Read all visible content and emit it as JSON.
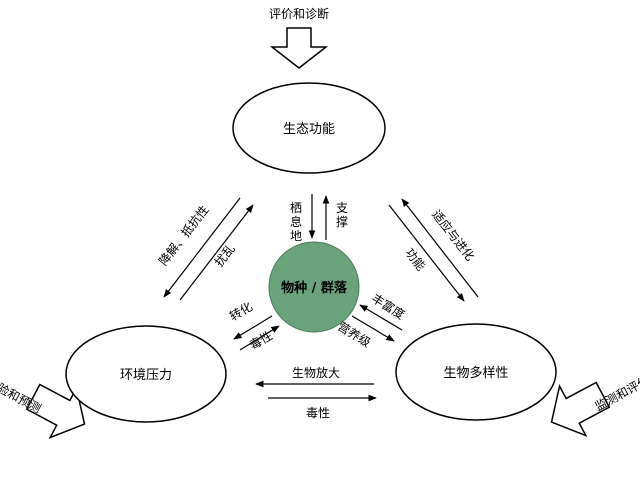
{
  "nodes": {
    "top": "生态功能",
    "left": "环境压力",
    "right": "生物多样性",
    "center": "物种 / 群落"
  },
  "big_arrows": {
    "top": "评价和诊断",
    "left": "检验和预测",
    "right": "监测和评估"
  },
  "edges": {
    "center_top_down": [
      "栖",
      "息",
      "地"
    ],
    "center_top_up": [
      "支",
      "撑"
    ],
    "left_top_outer": "降解、抵抗性",
    "left_top_inner": "扰乱",
    "right_top_outer": "适应与进化",
    "right_top_inner": "功能",
    "center_left_a": "转化",
    "center_left_b": "毒性",
    "center_right_a": "营养级",
    "center_right_b": "丰富度",
    "bottom_top": "生物放大",
    "bottom_bottom": "毒性"
  },
  "colors": {
    "center_fill": "#6aa27a",
    "stroke": "#000000"
  }
}
